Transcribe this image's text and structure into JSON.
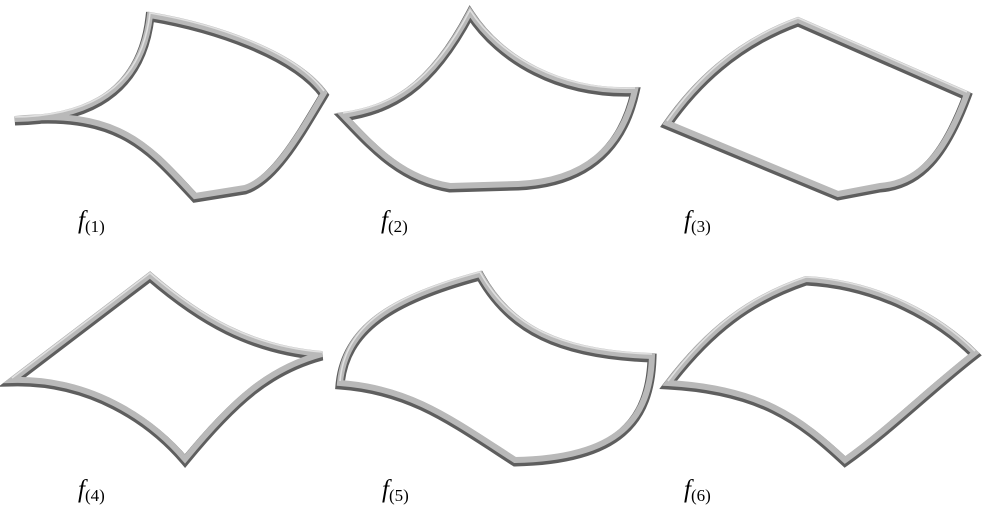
{
  "figure": {
    "labels": [
      {
        "fn": "f",
        "sub": "(1)"
      },
      {
        "fn": "f",
        "sub": "(2)"
      },
      {
        "fn": "f",
        "sub": "(3)"
      },
      {
        "fn": "f",
        "sub": "(4)"
      },
      {
        "fn": "f",
        "sub": "(5)"
      },
      {
        "fn": "f",
        "sub": "(6)"
      }
    ]
  }
}
